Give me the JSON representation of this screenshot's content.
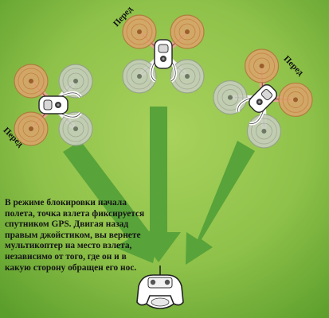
{
  "labels": {
    "front_left": "Перед",
    "front_center": "Перед",
    "front_right": "Перед"
  },
  "caption": "В режиме блокировки начала полета, точка взлета фиксируется спутником GPS. Двигая назад правым джойстиком, вы вернете мультикоптер на место взлета, независимо от того, где он и в какую сторону обращен его нос.",
  "colors": {
    "background_light": "#a5cf59",
    "background_dark": "#5ea02a",
    "arrow": "#58a33a",
    "front_rotor": "#d8a368",
    "rear_rotor": "#c9d1bf",
    "front_arm": "#e3a78f",
    "body": "#ffffff"
  },
  "icons": [
    "quadcopter-drone-icon",
    "arrow-down-icon",
    "remote-controller-icon"
  ]
}
